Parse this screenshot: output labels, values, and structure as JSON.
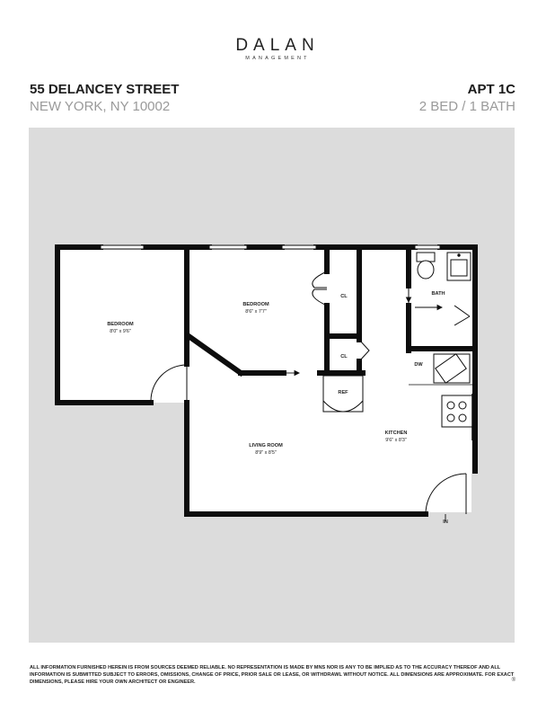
{
  "brand": {
    "name": "DALAN",
    "sub": "MANAGEMENT"
  },
  "header": {
    "address": "55 DELANCEY STREET",
    "city": "NEW YORK, NY 10002",
    "unit": "APT 1C",
    "beds_baths": "2 BED / 1 BATH"
  },
  "rooms": {
    "bedroom1": {
      "name": "BEDROOM",
      "dims": "8'0\" x 9'6\""
    },
    "bedroom2": {
      "name": "BEDROOM",
      "dims": "8'6\" x 7'7\""
    },
    "closet1": "CL",
    "closet2": "CL",
    "bath": "BATH",
    "dishwasher": "DW",
    "fridge": "REF",
    "kitchen": {
      "name": "KITCHEN",
      "dims": "9'6\" x 8'3\""
    },
    "living": {
      "name": "LIVING ROOM",
      "dims": "8'9\" x 8'5\""
    },
    "entry": "IN"
  },
  "colors": {
    "wall": "#0d0d0d",
    "plan_bg": "#dcdcdc",
    "floor": "#ffffff"
  },
  "disclaimer": "ALL INFORMATION FURNISHED HEREIN IS FROM SOURCES DEEMED RELIABLE. NO REPRESENTATION IS  MADE BY MNS NOR IS ANY TO BE IMPLIED AS TO THE ACCURACY THEREOF AND ALL INFORMATION IS SUBMITTED SUBJECT TO ERRORS, OMISSIONS, CHANGE OF PRICE, PRIOR SALE OR LEASE, OR WITHDRAWL WITHOUT NOTICE. ALL DIMENSIONS ARE APPROXIMATE. FOR EXACT DIMENSIONS, PLEASE HIRE YOUR OWN ARCHITECT OR ENGINEER.",
  "corner_mark": "®"
}
